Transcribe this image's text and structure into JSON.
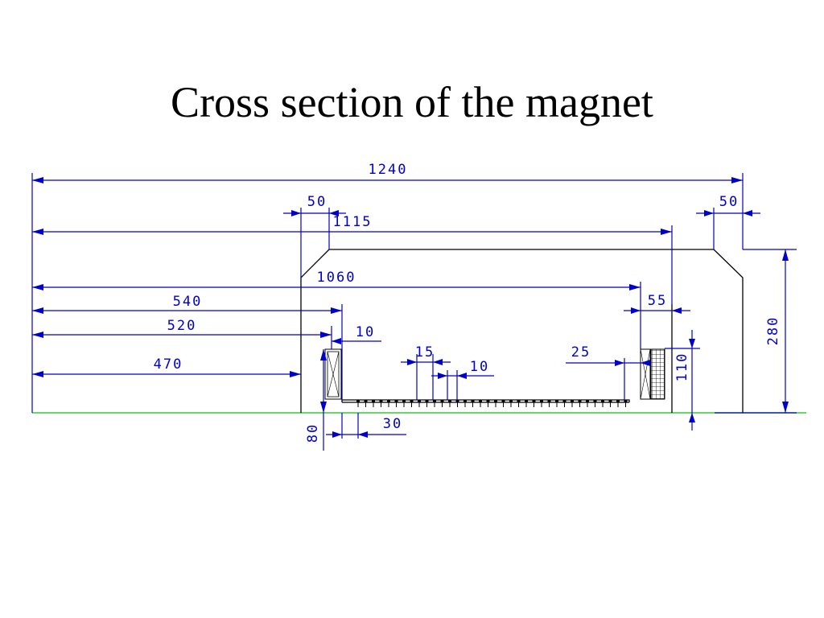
{
  "title": "Cross section of the magnet",
  "colors": {
    "dimension": "#0000cc",
    "outline": "#000000",
    "baseline": "#33cc33",
    "background": "#ffffff"
  },
  "dimensions": {
    "overall_width": "1240",
    "left_chamfer": "50",
    "right_chamfer": "50",
    "top_width": "1115",
    "inner_width": "1060",
    "inner_offset": "540",
    "coil_outer": "520",
    "coil_inner": "470",
    "coil_width": "10",
    "pitch_15": "15",
    "pitch_10": "10",
    "right_25": "25",
    "right_gap": "55",
    "height_110": "110",
    "total_height": "280",
    "lower_80": "80",
    "lower_30": "30"
  }
}
